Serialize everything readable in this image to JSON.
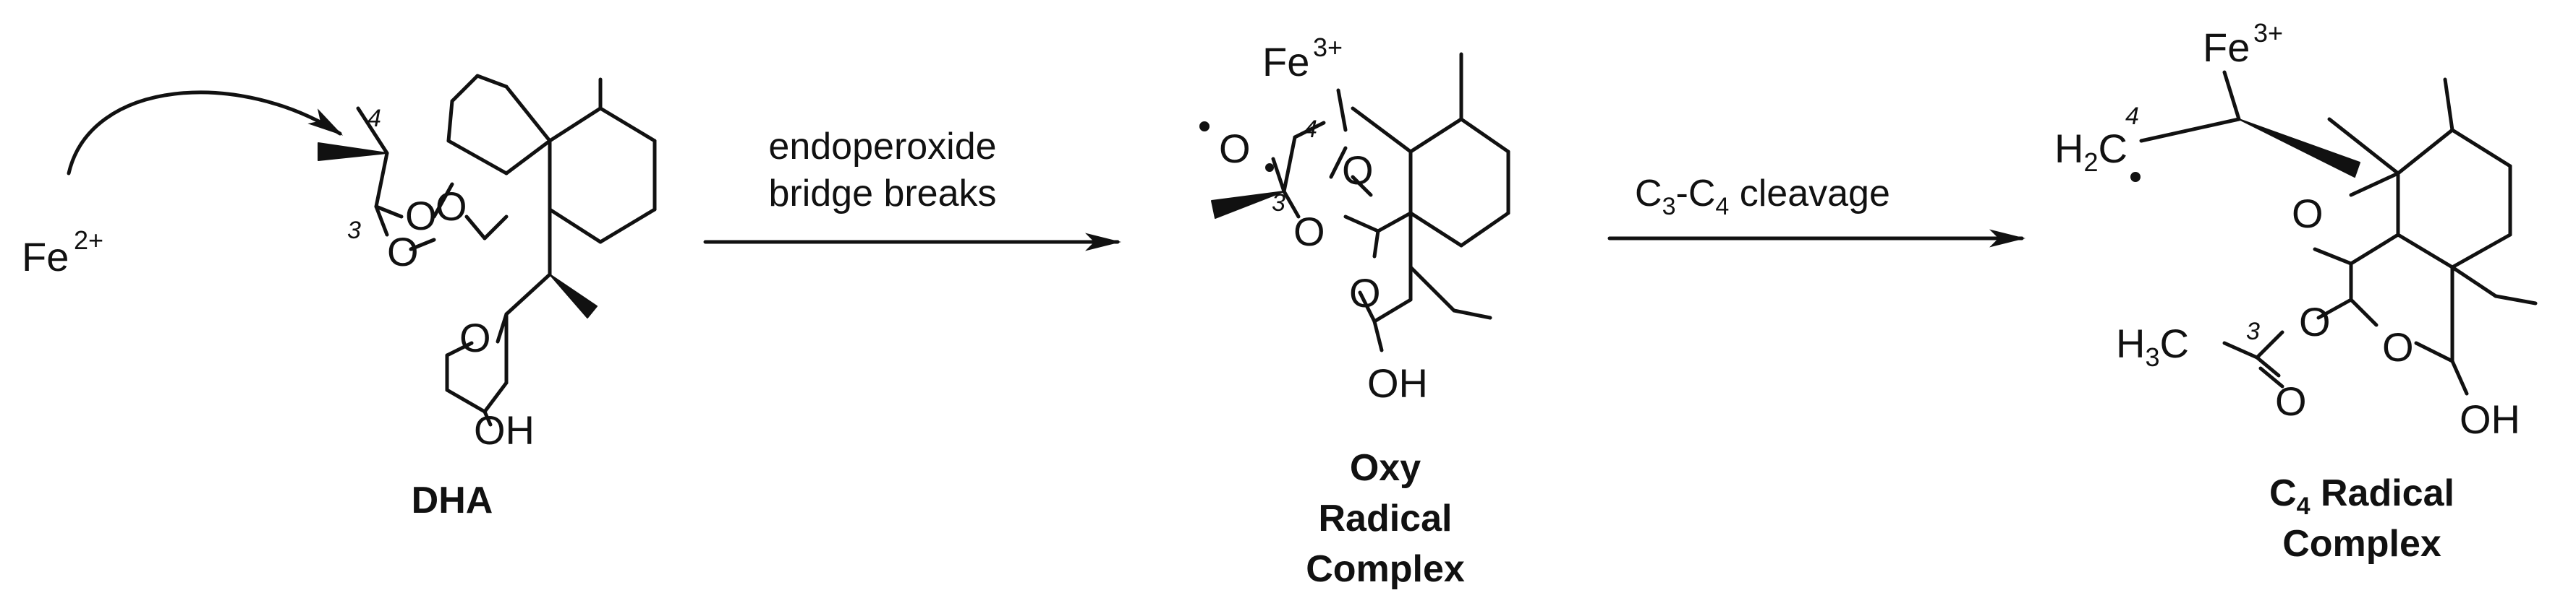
{
  "iron2": {
    "symbol": "Fe",
    "charge": "2+"
  },
  "iron3": {
    "symbol": "Fe",
    "charge": "3+"
  },
  "atoms": {
    "O": "O",
    "OH": "OH",
    "H": "H",
    "C": "C",
    "two": "2",
    "three": "3"
  },
  "locants": {
    "c3": "3",
    "c4": "4"
  },
  "step1": {
    "line1": "endoperoxide",
    "line2": "bridge breaks"
  },
  "step2": {
    "c_a": "C",
    "sub_a": "3",
    "dash": "-",
    "c_b": "C",
    "sub_b": "4",
    "rest": " cleavage"
  },
  "compounds": {
    "dha": "DHA",
    "oxy": {
      "line1": "Oxy",
      "line2": "Radical",
      "line3": "Complex"
    },
    "c4": {
      "c": "C",
      "sub": "4",
      "rest": " Radical",
      "line2": "Complex"
    }
  },
  "colors": {
    "ink": "#111111",
    "background": "#ffffff"
  }
}
